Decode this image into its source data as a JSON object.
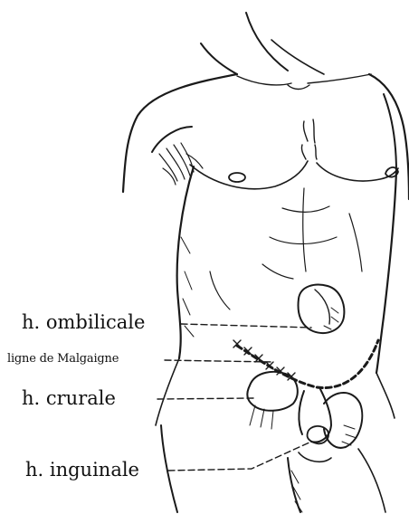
{
  "labels": {
    "ombilicale": "h. ombilicale",
    "malgaigne": "ligne de Malgaigne",
    "crurale": "h. crurale",
    "inguinale": "h. inguinale"
  },
  "colors": {
    "ink": "#1a1a1a",
    "paper": "#ffffff"
  }
}
